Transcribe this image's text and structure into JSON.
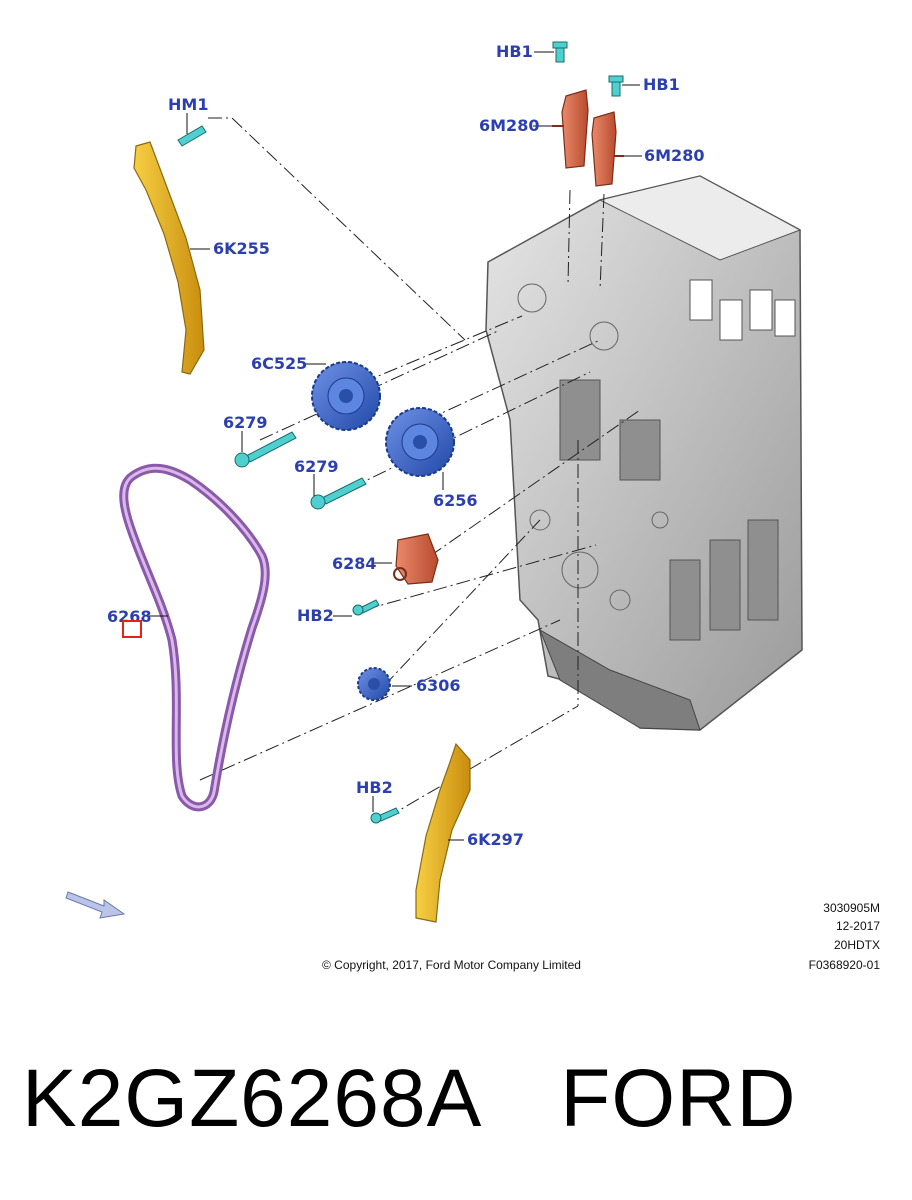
{
  "callouts": {
    "hb1_top": "HB1",
    "hb1_right": "HB1",
    "hm1": "HM1",
    "p6m280_left": "6M280",
    "p6m280_right": "6M280",
    "p6k255": "6K255",
    "p6c525": "6C525",
    "p6279_a": "6279",
    "p6279_b": "6279",
    "p6256": "6256",
    "p6284": "6284",
    "hb2_mid": "HB2",
    "p6268": "6268",
    "p6306": "6306",
    "hb2_low": "HB2",
    "p6k297": "6K297"
  },
  "footer": {
    "copyright": "© Copyright, 2017, Ford Motor Company Limited",
    "ref_lines": [
      "3030905M",
      "12-2017",
      "20HDTX",
      "F0368920-01"
    ]
  },
  "part": {
    "number": "K2GZ6268A",
    "brand": "FORD"
  },
  "colors": {
    "label_blue": "#2b3fb0",
    "guide_yellow": "#e9b21c",
    "sprocket_blue": "#3b67c9",
    "solenoid_orange": "#d86a4a",
    "chain_purple": "#8a5aa8",
    "bolt_cyan": "#4fd0d0",
    "engine_gray": "#c9c9c9",
    "highlight_red": "#e2231a"
  }
}
